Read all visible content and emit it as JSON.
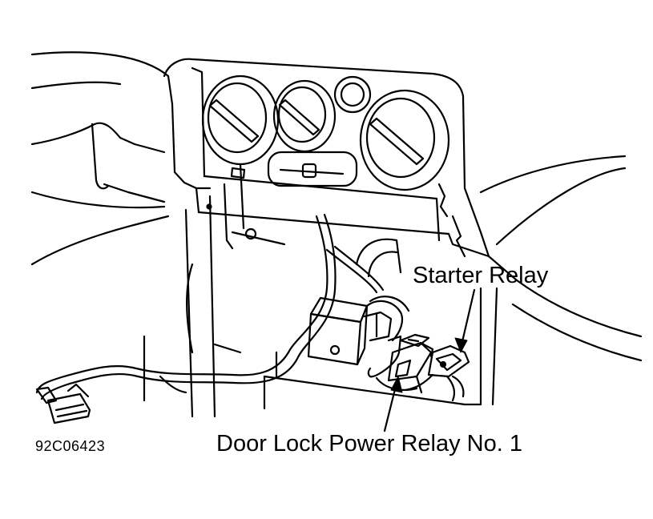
{
  "callouts": {
    "starter_relay": "Starter Relay",
    "door_lock_power_relay": "Door Lock Power Relay No. 1"
  },
  "figure_id": "92C06423",
  "colors": {
    "ink": "#000000",
    "paper": "#ffffff"
  }
}
